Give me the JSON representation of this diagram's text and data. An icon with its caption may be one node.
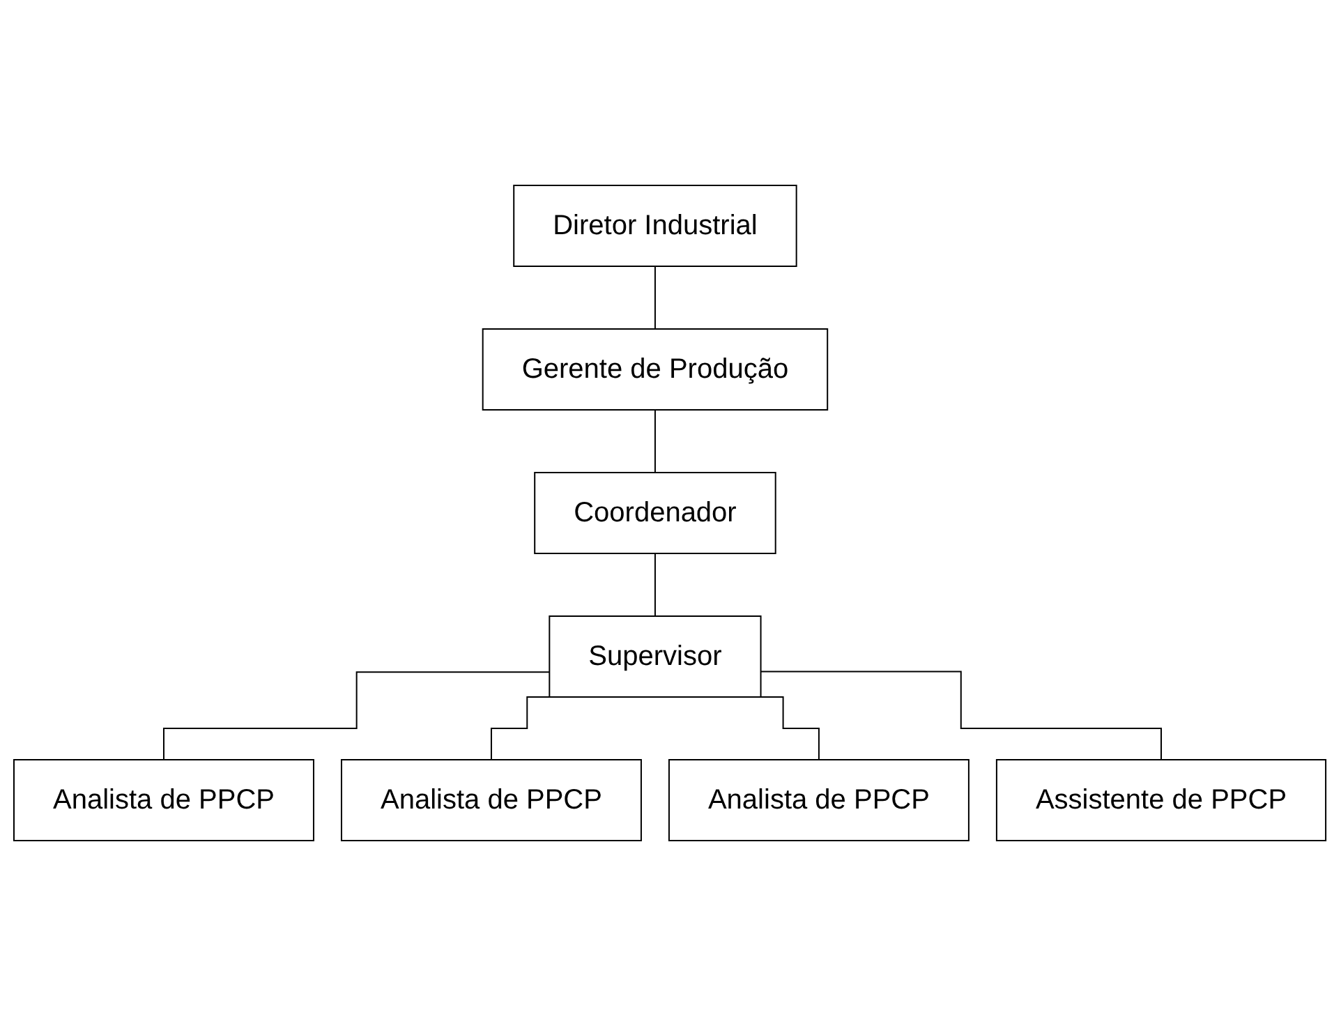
{
  "diagram": {
    "nodes": [
      {
        "text": [
          "Diretor Industrial"
        ]
      },
      {
        "text": [
          "Gerente de Produção"
        ]
      },
      {
        "text": [
          "Coordenador"
        ]
      },
      {
        "text": [
          "Supervisor"
        ]
      },
      {
        "text": [
          "Analista de PPCP"
        ]
      },
      {
        "text": [
          "Analista de PPCP"
        ]
      },
      {
        "text": [
          "Analista de PPCP"
        ]
      },
      {
        "text": [
          "Assistente de PPCP"
        ]
      }
    ],
    "edges": [
      {
        "from": 0,
        "to": 1,
        "arrow": "none"
      },
      {
        "from": 1,
        "to": 2,
        "arrow": "none"
      },
      {
        "from": 2,
        "to": 3,
        "arrow": "none"
      },
      {
        "from": 3,
        "to": 4,
        "arrow": "none"
      },
      {
        "from": 3,
        "to": 5,
        "arrow": "none"
      },
      {
        "from": 3,
        "to": 6,
        "arrow": "none"
      },
      {
        "from": 3,
        "to": 7,
        "arrow": "none"
      }
    ]
  }
}
